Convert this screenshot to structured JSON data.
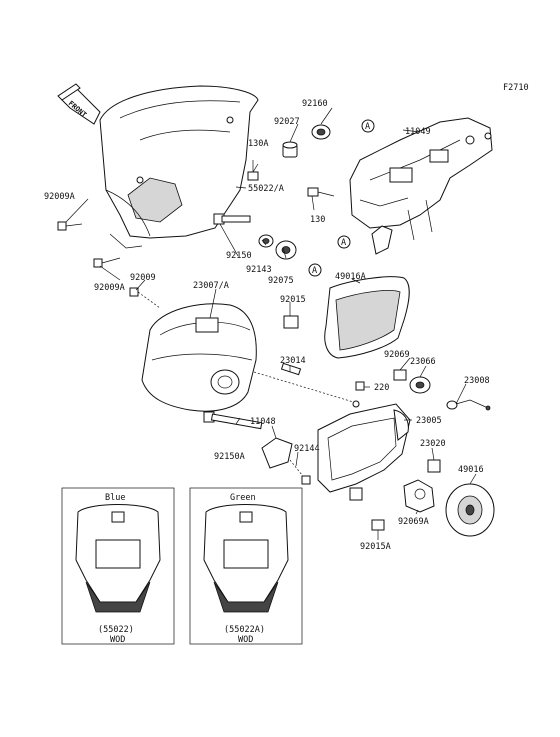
{
  "figure_code": "F2710",
  "front_arrow": "FRONT",
  "callouts": [
    {
      "id": "92160",
      "text": "92160"
    },
    {
      "id": "11049",
      "text": "11049"
    },
    {
      "id": "92027",
      "text": "92027"
    },
    {
      "id": "130A",
      "text": "130A"
    },
    {
      "id": "55022A-top",
      "text": "55022/A"
    },
    {
      "id": "92009A-1",
      "text": "92009A"
    },
    {
      "id": "130",
      "text": "130"
    },
    {
      "id": "92150",
      "text": "92150"
    },
    {
      "id": "92143",
      "text": "92143"
    },
    {
      "id": "92075",
      "text": "92075"
    },
    {
      "id": "92009A-2",
      "text": "92009A"
    },
    {
      "id": "92009",
      "text": "92009"
    },
    {
      "id": "23007A",
      "text": "23007/A"
    },
    {
      "id": "92015",
      "text": "92015"
    },
    {
      "id": "49016A",
      "text": "49016A"
    },
    {
      "id": "92069",
      "text": "92069"
    },
    {
      "id": "23066",
      "text": "23066"
    },
    {
      "id": "23014",
      "text": "23014"
    },
    {
      "id": "220",
      "text": "220"
    },
    {
      "id": "23008",
      "text": "23008"
    },
    {
      "id": "23005",
      "text": "23005"
    },
    {
      "id": "11048",
      "text": "11048"
    },
    {
      "id": "92144",
      "text": "92144"
    },
    {
      "id": "92150A",
      "text": "92150A"
    },
    {
      "id": "23020",
      "text": "23020"
    },
    {
      "id": "49016",
      "text": "49016"
    },
    {
      "id": "92069A",
      "text": "92069A"
    },
    {
      "id": "92015A",
      "text": "92015A"
    }
  ],
  "reference_marker": "A",
  "variants": [
    {
      "color": "Blue",
      "part": "(55022)",
      "code": "WOD"
    },
    {
      "color": "Green",
      "part": "(55022A)",
      "code": "WOD"
    }
  ]
}
